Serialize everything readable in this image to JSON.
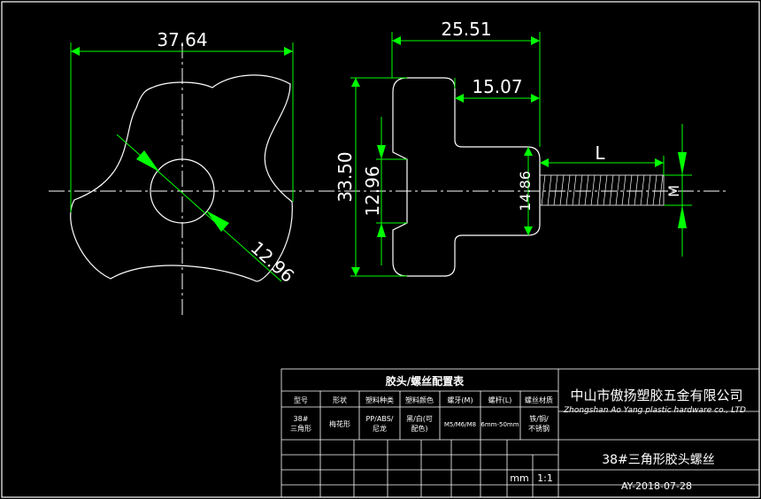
{
  "colors": {
    "background": "#000000",
    "outline": "#ffffff",
    "dimension": "#00ff00"
  },
  "dimensions": {
    "width": "37.64",
    "diameter": "12.96",
    "length": "25.51",
    "head_length": "15.07",
    "height": "33.50",
    "hub_height": "12.96",
    "shank_diameter": "14.86",
    "thread_length": "L",
    "thread_size": "M"
  },
  "table": {
    "title": "胶头/螺丝配置表",
    "headers": [
      "型号",
      "形状",
      "塑料种类",
      "塑料颜色",
      "螺牙(M)",
      "螺杆(L)",
      "螺丝材质"
    ],
    "row": [
      "38#\n三角形",
      "梅花形",
      "PP/ABS/\n尼龙",
      "黑/白(可\n配色)",
      "M5/M6/M8",
      "6mm-50mm",
      "铁/铜/\n不锈钢"
    ],
    "company_cn": "中山市傲扬塑胶五金有限公司",
    "company_en": "Zhongshan Ao Yang plastic hardware co., LTD",
    "part_name": "38#三角形胶头螺丝",
    "drawing_no": "AY-2018-07-28",
    "unit": "mm",
    "scale": "1:1"
  }
}
